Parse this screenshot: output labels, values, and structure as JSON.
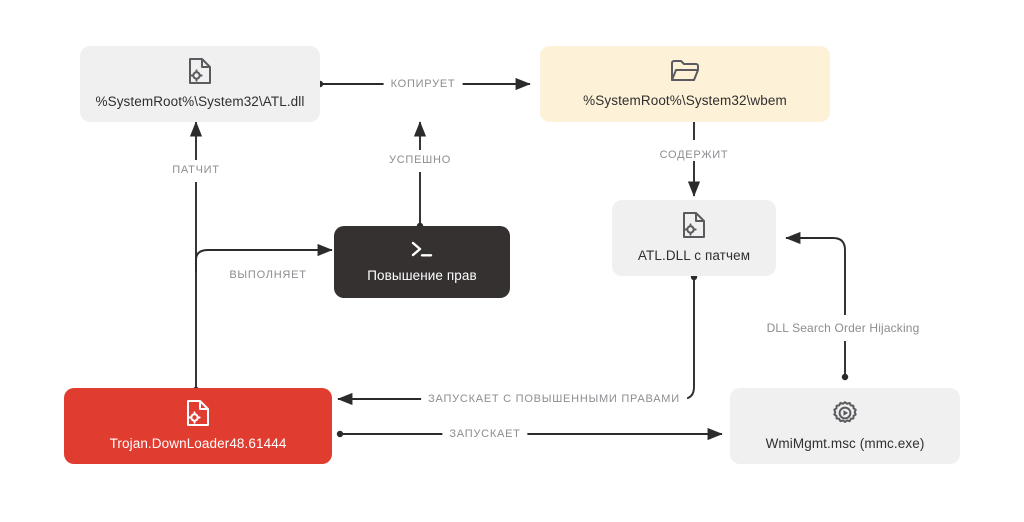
{
  "diagram": {
    "title": "Trojan.DownLoader48.61444 DLL hijacking attack chain",
    "colors": {
      "grey_node": "#f0f0f0",
      "cream_node": "#fdf1d7",
      "dark_node": "#343130",
      "red_node": "#e03c2f",
      "edge_line": "#2b2b2b",
      "edge_label": "#8d8d92",
      "background": "#ffffff"
    },
    "nodes": [
      {
        "id": "atl-dll-original",
        "label": "%SystemRoot%\\System32\\ATL.dll",
        "icon": "file-gear-icon",
        "style": "grey"
      },
      {
        "id": "wbem-folder",
        "label": "%SystemRoot%\\System32\\wbem",
        "icon": "folder-open-icon",
        "style": "cream"
      },
      {
        "id": "privilege-escalation",
        "label": "Повышение прав",
        "icon": "terminal-prompt-icon",
        "style": "dark"
      },
      {
        "id": "atl-dll-patched",
        "label": "ATL.DLL с патчем",
        "icon": "file-gear-icon",
        "style": "grey"
      },
      {
        "id": "trojan",
        "label": "Trojan.DownLoader48.61444",
        "icon": "file-gear-icon",
        "style": "red"
      },
      {
        "id": "wmimgmt",
        "label": "WmiMgmt.msc (mmc.exe)",
        "icon": "gear-play-icon",
        "style": "grey"
      }
    ],
    "edges": [
      {
        "id": "copies",
        "label": "КОПИРУЕТ",
        "from": "atl-dll-original",
        "to": "wbem-folder"
      },
      {
        "id": "contains",
        "label": "СОДЕРЖИТ",
        "from": "wbem-folder",
        "to": "atl-dll-patched"
      },
      {
        "id": "patches",
        "label": "ПАТЧИТ",
        "from": "trojan",
        "to": "atl-dll-original"
      },
      {
        "id": "success",
        "label": "УСПЕШНО",
        "from": "privilege-escalation",
        "to": "atl-dll-original"
      },
      {
        "id": "executes",
        "label": "ВЫПОЛНЯЕТ",
        "from": "trojan",
        "to": "privilege-escalation"
      },
      {
        "id": "launches-elev",
        "label": "ЗАПУСКАЕТ С ПОВЫШЕННЫМИ ПРАВАМИ",
        "from": "atl-dll-patched",
        "to": "trojan"
      },
      {
        "id": "launches",
        "label": "ЗАПУСКАЕТ",
        "from": "trojan",
        "to": "wmimgmt"
      },
      {
        "id": "hijacking",
        "label": "DLL Search Order Hijacking",
        "from": "wmimgmt",
        "to": "atl-dll-patched"
      }
    ]
  }
}
